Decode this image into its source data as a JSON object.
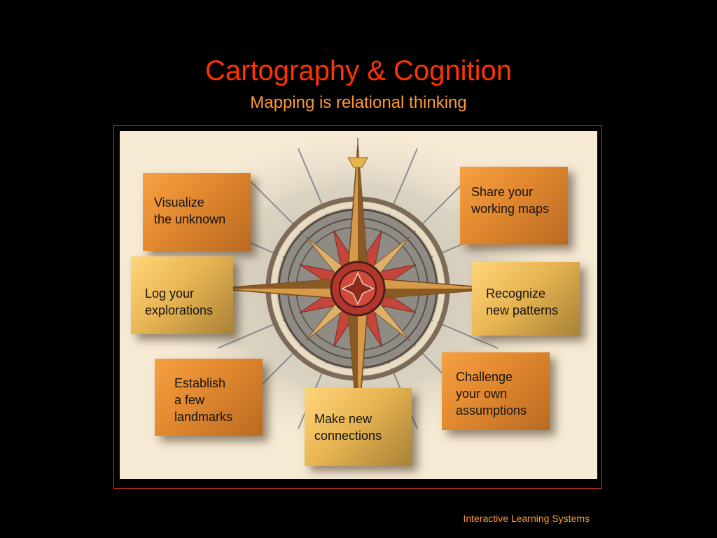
{
  "slide": {
    "title": "Cartography & Cognition",
    "subtitle": "Mapping is relational thinking",
    "footer": "Interactive Learning Systems"
  },
  "colors": {
    "background": "#000000",
    "title": "#ff3300",
    "subtitle": "#ff9933",
    "frame_border": "#c2351a",
    "panel": "#f6ead5",
    "note_orange": "#e48a30",
    "note_gold": "#e8b553"
  },
  "image": {
    "icon": "compass-rose-icon"
  },
  "notes": [
    {
      "id": "visualize",
      "text": "Visualize\nthe unknown"
    },
    {
      "id": "share",
      "text": "Share your\nworking maps"
    },
    {
      "id": "log",
      "text": "Log your\nexplorations"
    },
    {
      "id": "recognize",
      "text": "Recognize\nnew patterns"
    },
    {
      "id": "establish",
      "text": "Establish\na few\nlandmarks"
    },
    {
      "id": "challenge",
      "text": "Challenge\nyour  own\nassumptions"
    },
    {
      "id": "connect",
      "text": "Make new\nconnections"
    }
  ]
}
